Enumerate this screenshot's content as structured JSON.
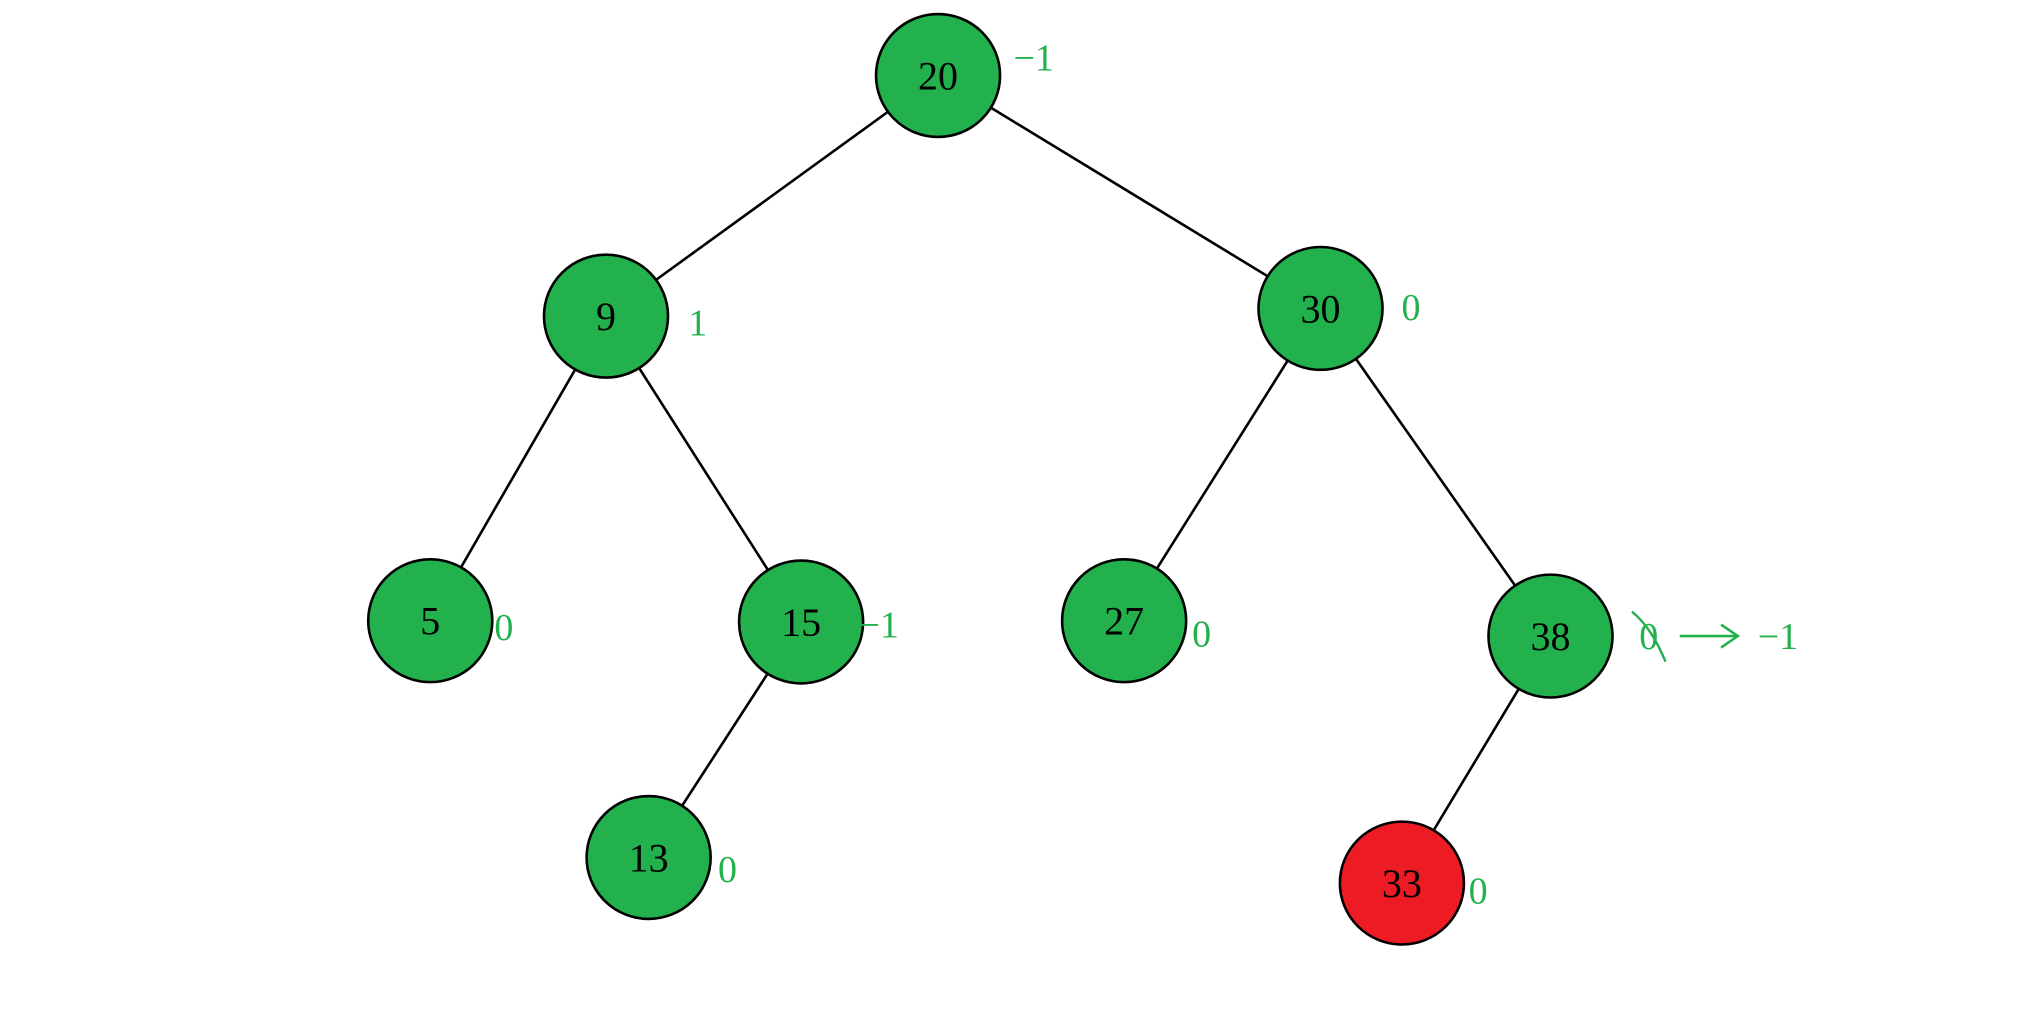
{
  "colors": {
    "node_fill": "#22b14c",
    "inserted_fill": "#ed1c24",
    "balance_text": "#22b14c",
    "edge": "#000000",
    "outline": "#000000"
  },
  "tree": {
    "nodes": [
      {
        "id": "n20",
        "key": "20",
        "balance": "−1"
      },
      {
        "id": "n9",
        "key": "9",
        "balance": "1"
      },
      {
        "id": "n30",
        "key": "30",
        "balance": "0"
      },
      {
        "id": "n5",
        "key": "5",
        "balance": "0"
      },
      {
        "id": "n15",
        "key": "15",
        "balance": "−1"
      },
      {
        "id": "n27",
        "key": "27",
        "balance": "0"
      },
      {
        "id": "n38",
        "key": "38",
        "balance_old": "0",
        "balance_new": "−1"
      },
      {
        "id": "n13",
        "key": "13",
        "balance": "0"
      },
      {
        "id": "n33",
        "key": "33",
        "balance": "0",
        "inserted": true
      }
    ],
    "edges": [
      [
        "n20",
        "n9"
      ],
      [
        "n20",
        "n30"
      ],
      [
        "n9",
        "n5"
      ],
      [
        "n9",
        "n15"
      ],
      [
        "n15",
        "n13"
      ],
      [
        "n30",
        "n27"
      ],
      [
        "n30",
        "n38"
      ],
      [
        "n38",
        "n33"
      ]
    ]
  }
}
